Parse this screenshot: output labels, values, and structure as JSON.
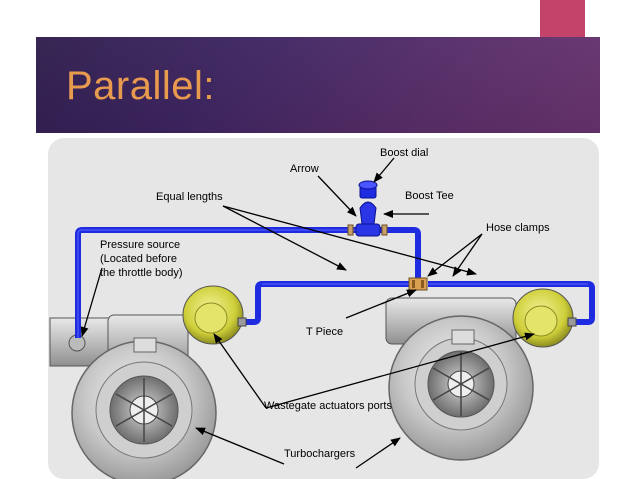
{
  "slide": {
    "title": "Parallel:",
    "colors": {
      "title_band": "#3e2562",
      "title_text": "#e89a4e",
      "accent_tab": "#c4436b",
      "pipe": "#1f2be0",
      "actuator": "#d8d84a",
      "turbo_body": "#b9b9b9"
    }
  },
  "diagram": {
    "labels": {
      "boost_dial": "Boost dial",
      "arrow": "Arrow",
      "boost_tee": "Boost Tee",
      "equal_lengths": "Equal lengths",
      "hose_clamps": "Hose clamps",
      "pressure_source_1": "Pressure source",
      "pressure_source_2": "(Located before",
      "pressure_source_3": "the throttle body)",
      "t_piece": "T Piece",
      "wastegate_ports": "Wastegate actuators ports",
      "turbochargers": "Turbochargers"
    }
  }
}
